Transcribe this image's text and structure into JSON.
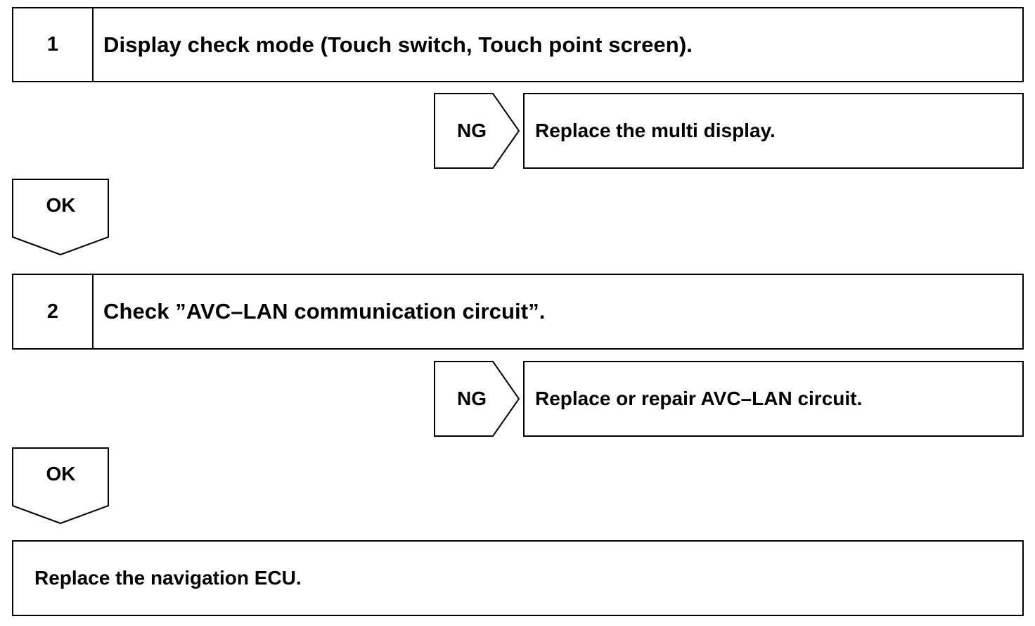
{
  "steps": [
    {
      "number": "1",
      "text": "Display check mode (Touch switch, Touch point screen).",
      "ng_label": "NG",
      "ng_result": "Replace the multi display.",
      "ok_label": "OK"
    },
    {
      "number": "2",
      "text": "Check ”AVC–LAN communication circuit”.",
      "ng_label": "NG",
      "ng_result": "Replace or repair AVC–LAN circuit.",
      "ok_label": "OK"
    }
  ],
  "final": {
    "text": "Replace the navigation ECU."
  }
}
